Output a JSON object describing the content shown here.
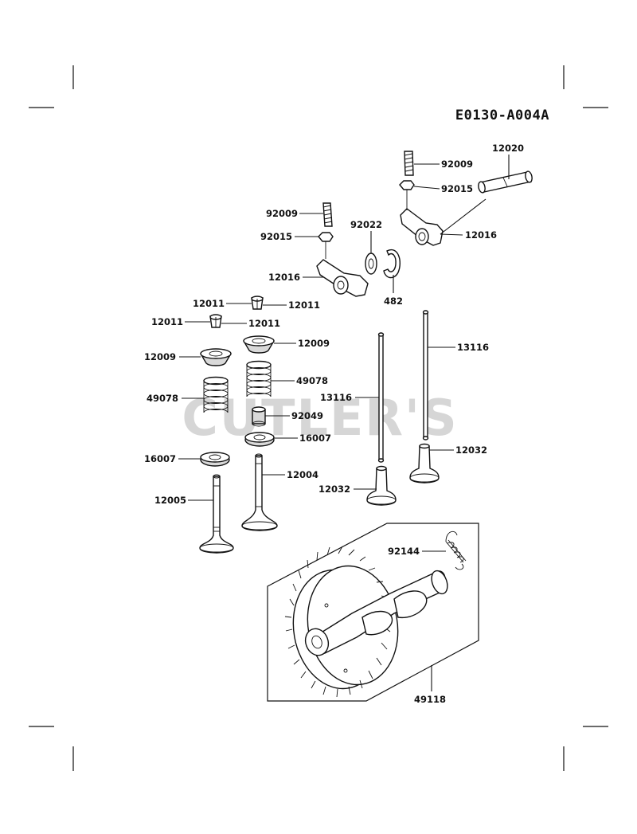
{
  "diagram_code": "E0130-A004A",
  "watermark": "CUTLER'S",
  "part_labels": [
    "12020",
    "92009",
    "92015",
    "12016",
    "92009",
    "92015",
    "92022",
    "12016",
    "482",
    "12011",
    "12011",
    "12011",
    "12011",
    "12009",
    "12009",
    "13116",
    "49078",
    "49078",
    "13116",
    "92049",
    "16007",
    "16007",
    "12032",
    "12004",
    "12032",
    "12005",
    "92144",
    "49118"
  ]
}
